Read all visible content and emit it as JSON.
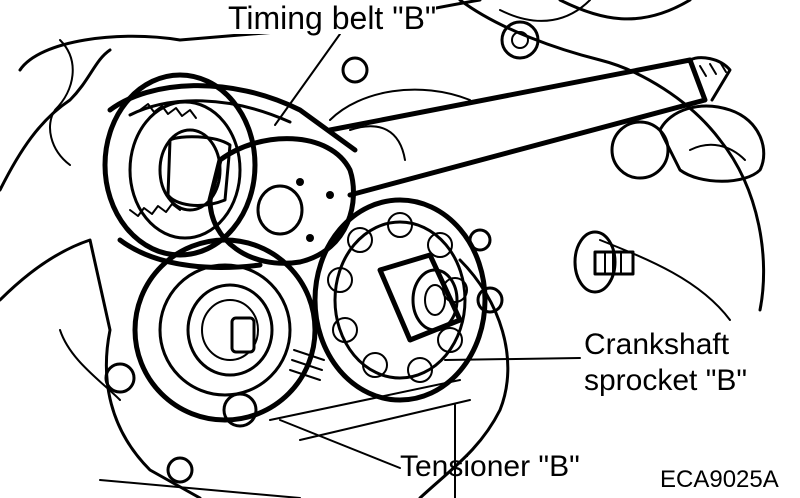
{
  "labels": {
    "timing_belt": "Timing belt \"B\"",
    "crankshaft_line1": "Crankshaft",
    "crankshaft_line2": "sprocket \"B\"",
    "tensioner": "Tensioner \"B\"",
    "figure_code": "ECA9025A"
  },
  "colors": {
    "ink": "#000000",
    "paper": "#ffffff"
  }
}
